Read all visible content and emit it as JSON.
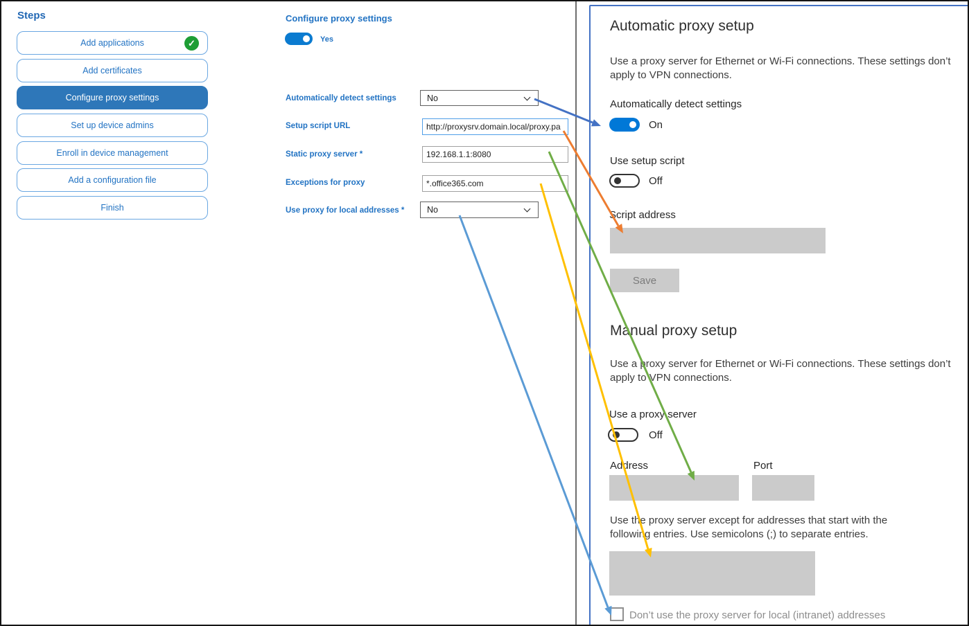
{
  "steps_panel": {
    "title": "Steps",
    "items": [
      {
        "label": "Add applications",
        "completed": true,
        "active": false
      },
      {
        "label": "Add certificates",
        "completed": false,
        "active": false
      },
      {
        "label": "Configure proxy settings",
        "completed": false,
        "active": true
      },
      {
        "label": "Set up device admins",
        "completed": false,
        "active": false
      },
      {
        "label": "Enroll in device management",
        "completed": false,
        "active": false
      },
      {
        "label": "Add a configuration file",
        "completed": false,
        "active": false
      },
      {
        "label": "Finish",
        "completed": false,
        "active": false
      }
    ]
  },
  "form": {
    "title": "Configure proxy settings",
    "enabled_toggle": {
      "state": "on",
      "label": "Yes"
    },
    "fields": [
      {
        "label": "Automatically detect settings",
        "type": "dropdown",
        "value": "No"
      },
      {
        "label": "Setup script URL",
        "type": "text",
        "value": "http://proxysrv.domain.local/proxy.pa"
      },
      {
        "label": "Static proxy server *",
        "type": "text",
        "value": "192.168.1.1:8080"
      },
      {
        "label": "Exceptions for proxy",
        "type": "text",
        "value": "*.office365.com"
      },
      {
        "label": "Use proxy for local addresses *",
        "type": "dropdown",
        "value": "No"
      }
    ]
  },
  "settings_panel": {
    "automatic": {
      "heading": "Automatic proxy setup",
      "description": "Use a proxy server for Ethernet or Wi-Fi connections. These settings don’t apply to VPN connections.",
      "detect_label": "Automatically detect settings",
      "detect_state": "On",
      "script_toggle_label": "Use setup script",
      "script_state": "Off",
      "script_address_label": "Script address",
      "save_label": "Save"
    },
    "manual": {
      "heading": "Manual proxy setup",
      "description": "Use a proxy server for Ethernet or Wi-Fi connections. These settings don’t apply to VPN connections.",
      "proxy_toggle_label": "Use a proxy server",
      "proxy_state": "Off",
      "address_label": "Address",
      "port_label": "Port",
      "exceptions_description": "Use the proxy server except for addresses that start with the following entries. Use semicolons (;) to separate entries.",
      "local_checkbox_label": "Don’t use the proxy server for local (intranet) addresses",
      "local_checkbox_checked": false
    }
  },
  "arrows": [
    {
      "name": "detect-setting-mapping",
      "color": "#4472C4"
    },
    {
      "name": "script-url-mapping",
      "color": "#ED7D31"
    },
    {
      "name": "static-proxy-mapping",
      "color": "#70AD47"
    },
    {
      "name": "exceptions-mapping",
      "color": "#FFC000"
    },
    {
      "name": "local-addresses-mapping",
      "color": "#5B9BD5"
    }
  ],
  "colors": {
    "accent_blue": "#2273C3",
    "active_step_bg": "#2E77B9",
    "step_border": "#6AA7E2",
    "toggle_on_blue": "#0078D7",
    "panel_border_blue": "#4472C4",
    "completed_green": "#1E9E35",
    "disabled_gray": "#CBCBCB"
  },
  "checkmark_glyph": "✓"
}
